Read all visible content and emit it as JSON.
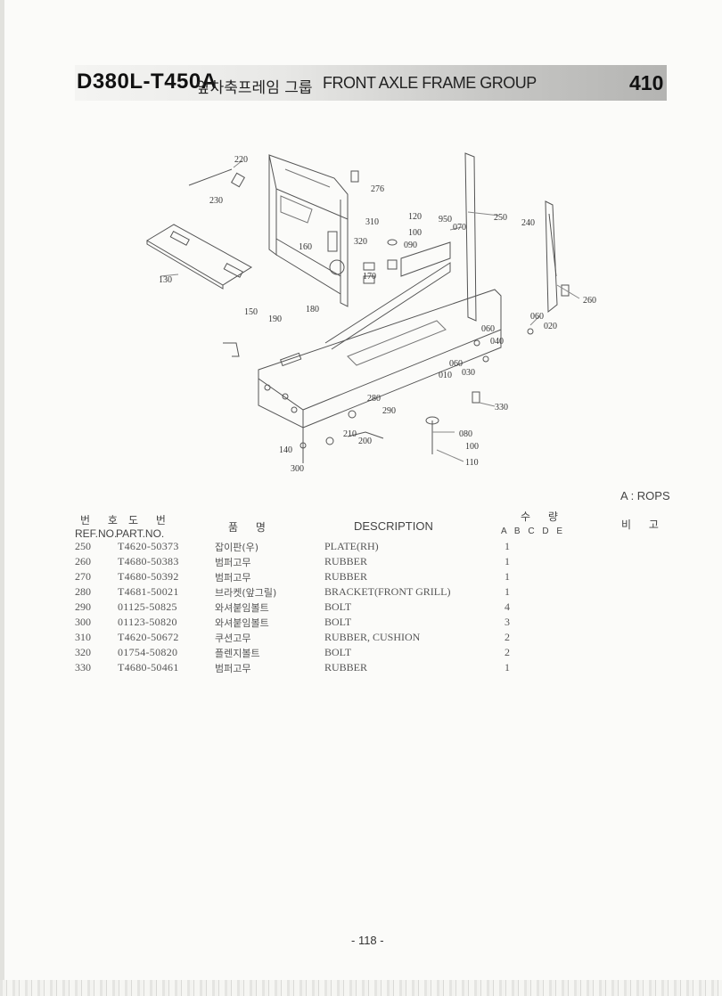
{
  "header": {
    "model": "D380L-T450A",
    "title_kr": "앞차축프레임 그룹",
    "title_en": "FRONT AXLE FRAME GROUP",
    "section_no": "410"
  },
  "diagram_labels": [
    "220",
    "230",
    "276",
    "310",
    "120",
    "950",
    "070",
    "250",
    "100",
    "090",
    "240",
    "320",
    "160",
    "130",
    "170",
    "260",
    "150",
    "180",
    "190",
    "060",
    "020",
    "060",
    "040",
    "060",
    "030",
    "010",
    "330",
    "280",
    "290",
    "080",
    "210",
    "200",
    "100",
    "140",
    "110",
    "300"
  ],
  "rops_note": "A : ROPS",
  "table": {
    "headers": {
      "ref_kr": "번 호",
      "ref_en": "REF.NO.",
      "part_kr": "도 번",
      "part_en": "PART.NO.",
      "name_kr": "품 명",
      "desc": "DESCRIPTION",
      "qty_kr": "수 량",
      "qty_cols": "A B C D E",
      "remark_kr": "비 고"
    },
    "rows": [
      {
        "ref": "250",
        "part": "T4620-50373",
        "name_kr": "잡이판(우)",
        "desc": "PLATE(RH)",
        "qty_a": "1"
      },
      {
        "ref": "260",
        "part": "T4680-50383",
        "name_kr": "범퍼고무",
        "desc": "RUBBER",
        "qty_a": "1"
      },
      {
        "ref": "270",
        "part": "T4680-50392",
        "name_kr": "범퍼고무",
        "desc": "RUBBER",
        "qty_a": "1"
      },
      {
        "ref": "280",
        "part": "T4681-50021",
        "name_kr": "브라켓(앞그릴)",
        "desc": "BRACKET(FRONT GRILL)",
        "qty_a": "1"
      },
      {
        "ref": "290",
        "part": "01125-50825",
        "name_kr": "와셔붙임볼트",
        "desc": "BOLT",
        "qty_a": "4"
      },
      {
        "ref": "300",
        "part": "01123-50820",
        "name_kr": "와셔붙임볼트",
        "desc": "BOLT",
        "qty_a": "3"
      },
      {
        "ref": "310",
        "part": "T4620-50672",
        "name_kr": "쿠션고무",
        "desc": "RUBBER, CUSHION",
        "qty_a": "2"
      },
      {
        "ref": "320",
        "part": "01754-50820",
        "name_kr": "플렌지볼트",
        "desc": "BOLT",
        "qty_a": "2"
      },
      {
        "ref": "330",
        "part": "T4680-50461",
        "name_kr": "범퍼고무",
        "desc": "RUBBER",
        "qty_a": "1"
      }
    ]
  },
  "page_number": "- 118 -"
}
